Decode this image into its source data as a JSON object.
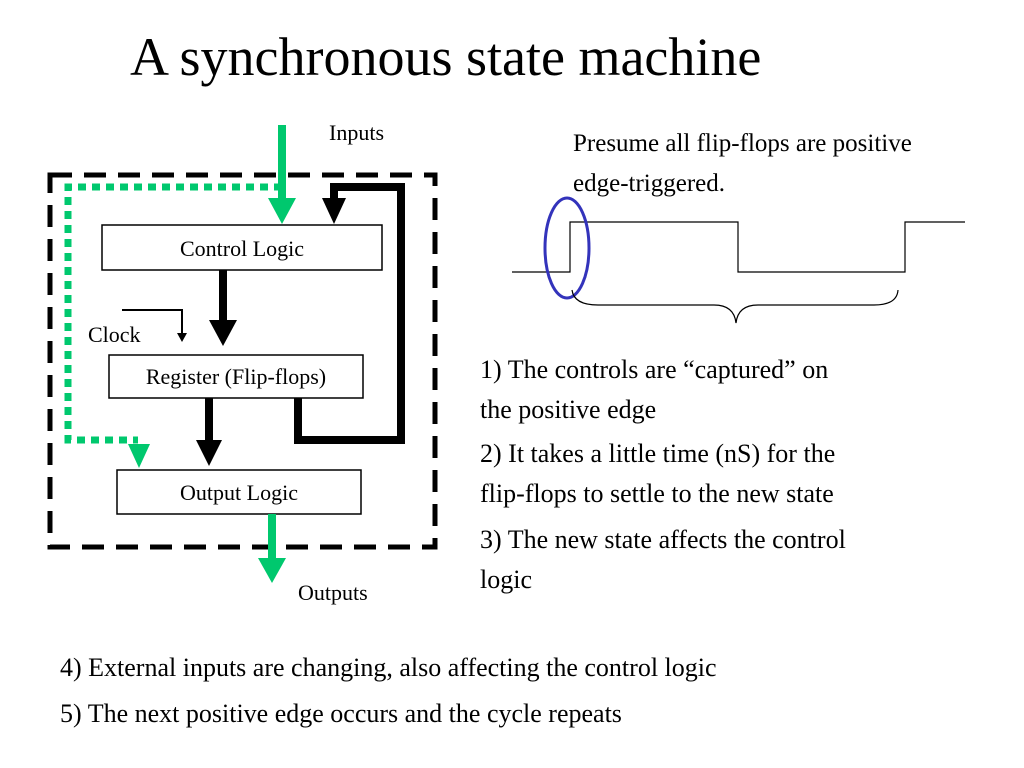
{
  "title": "A synchronous state machine",
  "diagram": {
    "inputs_label": "Inputs",
    "outputs_label": "Outputs",
    "clock_label": "Clock",
    "control_logic": "Control Logic",
    "register": "Register (Flip-flops)",
    "output_logic": "Output Logic"
  },
  "note": {
    "line1": "Presume all flip-flops are positive",
    "line2": "edge-triggered."
  },
  "steps": {
    "s1_line1": "1) The controls are “captured” on",
    "s1_line2": "the positive edge",
    "s2_line1": "2)  It takes a little time (nS) for the",
    "s2_line2": "flip-flops to settle to the new state",
    "s3_line1": "3)  The new state affects the control",
    "s3_line2": "logic",
    "s4": "4)  External inputs are changing, also affecting the control logic",
    "s5": "5)  The next positive edge occurs and the cycle repeats"
  },
  "colors": {
    "green": "#00c86e",
    "black": "#000000",
    "ellipse": "#3333bb"
  }
}
